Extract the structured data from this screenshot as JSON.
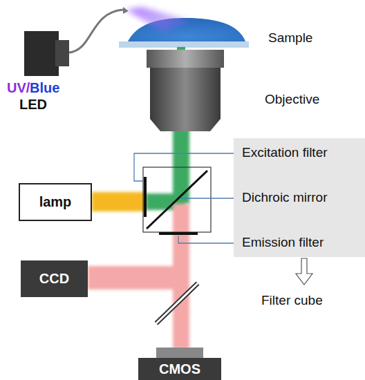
{
  "diagram": {
    "nodes": [
      {
        "text": [
          "Excitation filter",
          "Dichroic mirror",
          "Emission filter"
        ]
      },
      {
        "text": [
          "lamp"
        ]
      },
      {
        "text": [
          "CCD"
        ]
      },
      {
        "text": [
          "CMOS"
        ]
      }
    ],
    "labels": [
      "UV/",
      "Blue",
      "LED",
      "Sample",
      "Objective",
      "Filter cube"
    ]
  }
}
